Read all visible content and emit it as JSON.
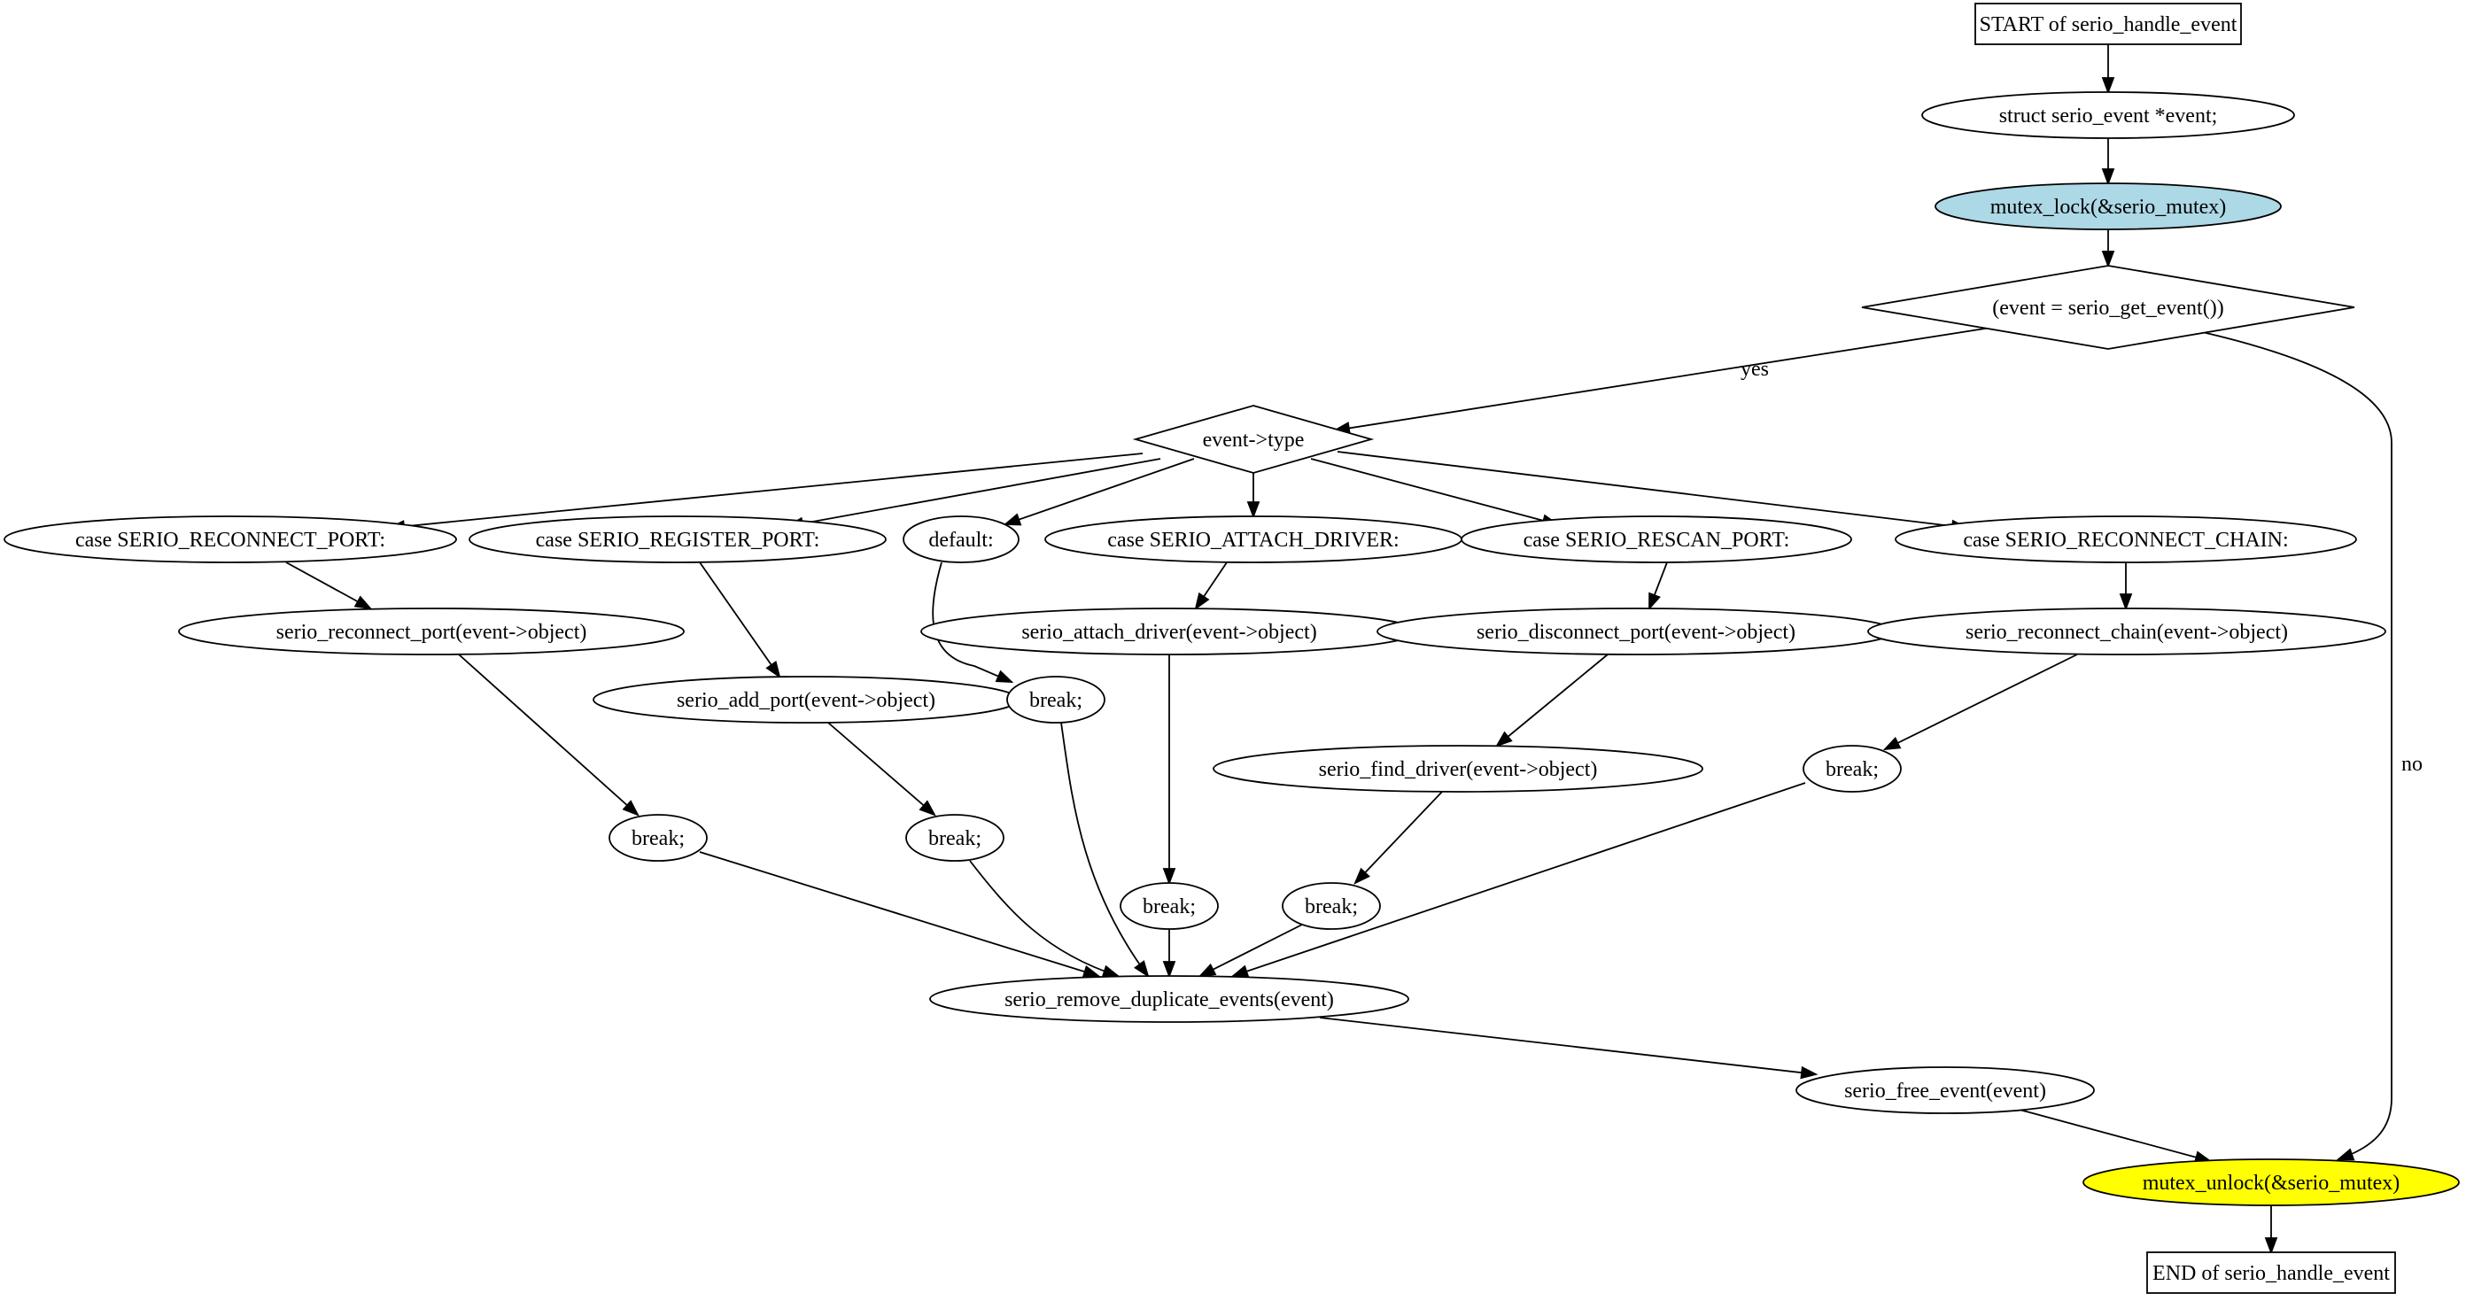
{
  "flowchart": {
    "nodes": [
      {
        "id": "start",
        "label": "START of serio_handle_event",
        "shape": "box",
        "fill": "#ffffff"
      },
      {
        "id": "decl",
        "label": "struct serio_event *event;",
        "shape": "ellipse",
        "fill": "#ffffff"
      },
      {
        "id": "lock",
        "label": "mutex_lock(&serio_mutex)",
        "shape": "ellipse",
        "fill": "#add8e6"
      },
      {
        "id": "cond",
        "label": "(event = serio_get_event())",
        "shape": "diamond",
        "fill": "#ffffff"
      },
      {
        "id": "type",
        "label": "event->type",
        "shape": "diamond",
        "fill": "#ffffff"
      },
      {
        "id": "case_reconnect",
        "label": "case SERIO_RECONNECT_PORT:",
        "shape": "ellipse",
        "fill": "#ffffff"
      },
      {
        "id": "case_register",
        "label": "case SERIO_REGISTER_PORT:",
        "shape": "ellipse",
        "fill": "#ffffff"
      },
      {
        "id": "default",
        "label": "default:",
        "shape": "ellipse",
        "fill": "#ffffff"
      },
      {
        "id": "case_attach",
        "label": "case SERIO_ATTACH_DRIVER:",
        "shape": "ellipse",
        "fill": "#ffffff"
      },
      {
        "id": "case_rescan",
        "label": "case SERIO_RESCAN_PORT:",
        "shape": "ellipse",
        "fill": "#ffffff"
      },
      {
        "id": "case_chain",
        "label": "case SERIO_RECONNECT_CHAIN:",
        "shape": "ellipse",
        "fill": "#ffffff"
      },
      {
        "id": "reconnect_port",
        "label": "serio_reconnect_port(event->object)",
        "shape": "ellipse",
        "fill": "#ffffff"
      },
      {
        "id": "add_port",
        "label": "serio_add_port(event->object)",
        "shape": "ellipse",
        "fill": "#ffffff"
      },
      {
        "id": "break_default",
        "label": "break;",
        "shape": "ellipse",
        "fill": "#ffffff"
      },
      {
        "id": "attach_driver",
        "label": "serio_attach_driver(event->object)",
        "shape": "ellipse",
        "fill": "#ffffff"
      },
      {
        "id": "disconnect_port",
        "label": "serio_disconnect_port(event->object)",
        "shape": "ellipse",
        "fill": "#ffffff"
      },
      {
        "id": "reconnect_chain",
        "label": "serio_reconnect_chain(event->object)",
        "shape": "ellipse",
        "fill": "#ffffff"
      },
      {
        "id": "find_driver",
        "label": "serio_find_driver(event->object)",
        "shape": "ellipse",
        "fill": "#ffffff"
      },
      {
        "id": "break_chain",
        "label": "break;",
        "shape": "ellipse",
        "fill": "#ffffff"
      },
      {
        "id": "break_reconnect",
        "label": "break;",
        "shape": "ellipse",
        "fill": "#ffffff"
      },
      {
        "id": "break_register",
        "label": "break;",
        "shape": "ellipse",
        "fill": "#ffffff"
      },
      {
        "id": "break_attach",
        "label": "break;",
        "shape": "ellipse",
        "fill": "#ffffff"
      },
      {
        "id": "break_rescan",
        "label": "break;",
        "shape": "ellipse",
        "fill": "#ffffff"
      },
      {
        "id": "remove_dup",
        "label": "serio_remove_duplicate_events(event)",
        "shape": "ellipse",
        "fill": "#ffffff"
      },
      {
        "id": "free_event",
        "label": "serio_free_event(event)",
        "shape": "ellipse",
        "fill": "#ffffff"
      },
      {
        "id": "unlock",
        "label": "mutex_unlock(&serio_mutex)",
        "shape": "ellipse",
        "fill": "#ffff00"
      },
      {
        "id": "end",
        "label": "END of serio_handle_event",
        "shape": "box",
        "fill": "#ffffff"
      }
    ],
    "edges": [
      {
        "from": "start",
        "to": "decl",
        "label": ""
      },
      {
        "from": "decl",
        "to": "lock",
        "label": ""
      },
      {
        "from": "lock",
        "to": "cond",
        "label": ""
      },
      {
        "from": "cond",
        "to": "type",
        "label": "yes"
      },
      {
        "from": "cond",
        "to": "unlock",
        "label": "no"
      },
      {
        "from": "type",
        "to": "case_reconnect",
        "label": ""
      },
      {
        "from": "type",
        "to": "case_register",
        "label": ""
      },
      {
        "from": "type",
        "to": "default",
        "label": ""
      },
      {
        "from": "type",
        "to": "case_attach",
        "label": ""
      },
      {
        "from": "type",
        "to": "case_rescan",
        "label": ""
      },
      {
        "from": "type",
        "to": "case_chain",
        "label": ""
      },
      {
        "from": "case_reconnect",
        "to": "reconnect_port",
        "label": ""
      },
      {
        "from": "case_register",
        "to": "add_port",
        "label": ""
      },
      {
        "from": "default",
        "to": "break_default",
        "label": ""
      },
      {
        "from": "case_attach",
        "to": "attach_driver",
        "label": ""
      },
      {
        "from": "case_rescan",
        "to": "disconnect_port",
        "label": ""
      },
      {
        "from": "case_chain",
        "to": "reconnect_chain",
        "label": ""
      },
      {
        "from": "reconnect_port",
        "to": "break_reconnect",
        "label": ""
      },
      {
        "from": "add_port",
        "to": "break_register",
        "label": ""
      },
      {
        "from": "attach_driver",
        "to": "break_attach",
        "label": ""
      },
      {
        "from": "disconnect_port",
        "to": "find_driver",
        "label": ""
      },
      {
        "from": "find_driver",
        "to": "break_rescan",
        "label": ""
      },
      {
        "from": "reconnect_chain",
        "to": "break_chain",
        "label": ""
      },
      {
        "from": "break_reconnect",
        "to": "remove_dup",
        "label": ""
      },
      {
        "from": "break_register",
        "to": "remove_dup",
        "label": ""
      },
      {
        "from": "break_default",
        "to": "remove_dup",
        "label": ""
      },
      {
        "from": "break_attach",
        "to": "remove_dup",
        "label": ""
      },
      {
        "from": "break_rescan",
        "to": "remove_dup",
        "label": ""
      },
      {
        "from": "break_chain",
        "to": "remove_dup",
        "label": ""
      },
      {
        "from": "remove_dup",
        "to": "free_event",
        "label": ""
      },
      {
        "from": "free_event",
        "to": "unlock",
        "label": ""
      },
      {
        "from": "unlock",
        "to": "end",
        "label": ""
      }
    ]
  }
}
